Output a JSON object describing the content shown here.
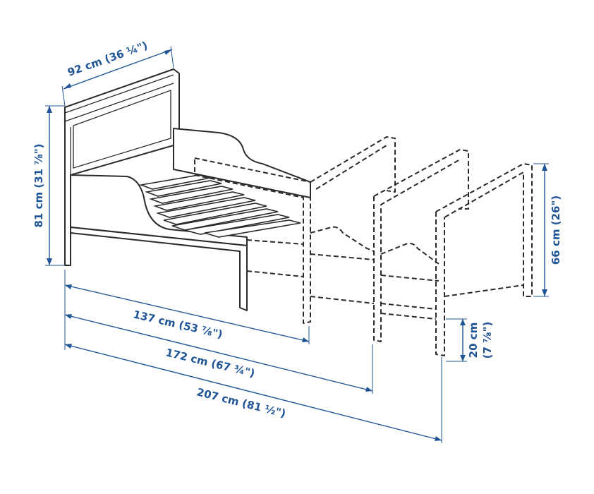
{
  "dimensions": {
    "width": "92 cm (36 ¼\")",
    "height": "81 cm (31 ⅞\")",
    "footboard_height": "66 cm (26\")",
    "clearance_cm": "20 cm",
    "clearance_in": "(7 ⅞\")",
    "length_short": "137 cm (53 ⅞\")",
    "length_mid": "172 cm (67 ¾\")",
    "length_long": "207 cm (81 ½\")"
  },
  "colors": {
    "dimension": "#1f5596",
    "outline": "#2a2a2a"
  }
}
